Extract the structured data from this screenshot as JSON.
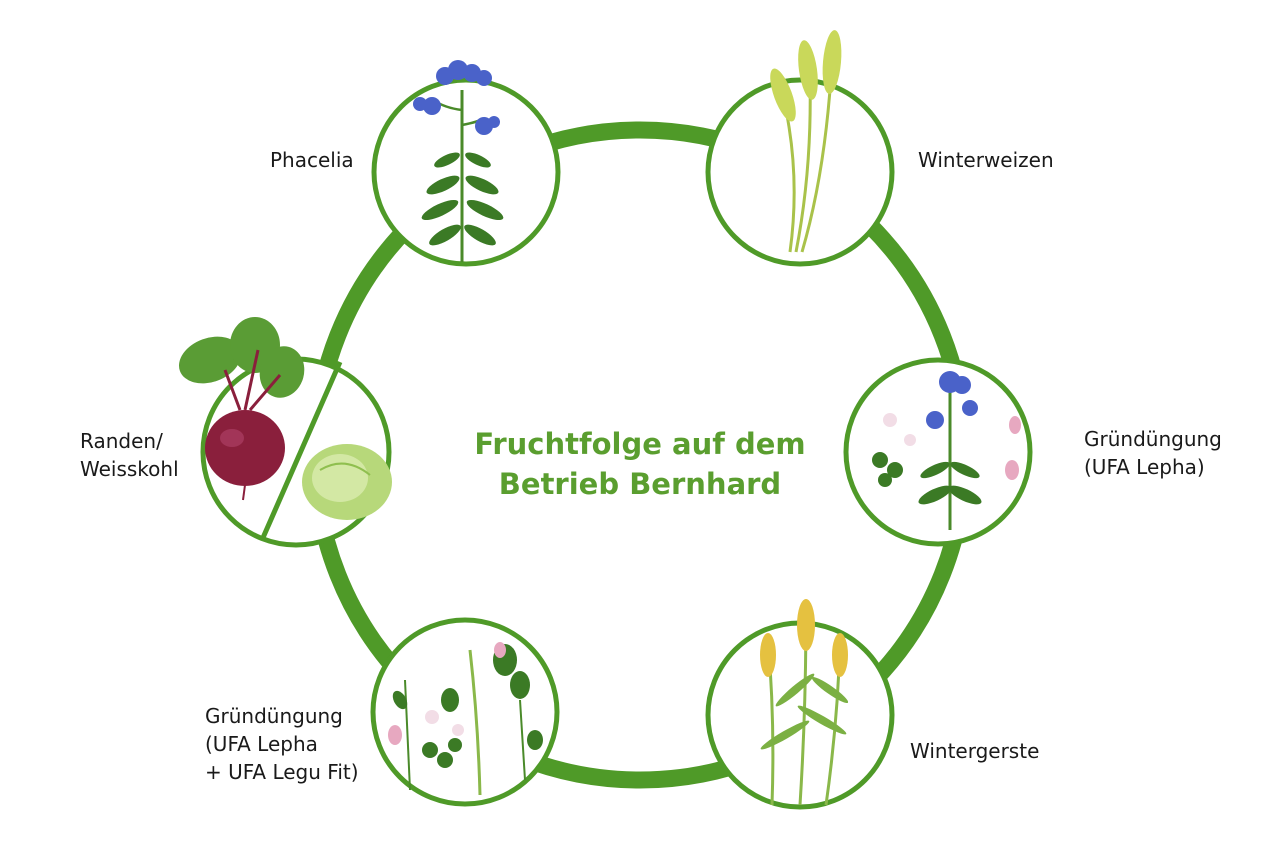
{
  "title": {
    "line1": "Fruchtfolge auf dem",
    "line2": "Betrieb Bernhard"
  },
  "colors": {
    "ring": "#4f9a28",
    "title": "#5a9e2f",
    "text": "#1a1a1a"
  },
  "crops": [
    {
      "id": "phacelia",
      "lines": [
        "Phacelia"
      ],
      "icon": "phacelia-icon"
    },
    {
      "id": "winterweizen",
      "lines": [
        "Winterweizen"
      ],
      "icon": "wheat-icon"
    },
    {
      "id": "gruendungung-lepha",
      "lines": [
        "Gründüngung",
        "(UFA Lepha)"
      ],
      "icon": "green-manure-icon"
    },
    {
      "id": "wintergerste",
      "lines": [
        "Wintergerste"
      ],
      "icon": "barley-icon"
    },
    {
      "id": "gruendungung-legu",
      "lines": [
        "Gründüngung",
        "(UFA Lepha",
        "+ UFA Legu Fit)"
      ],
      "icon": "legume-mix-icon"
    },
    {
      "id": "randen-weisskohl",
      "lines": [
        "Randen/",
        "Weisskohl"
      ],
      "icon": "beet-cabbage-icon"
    }
  ]
}
